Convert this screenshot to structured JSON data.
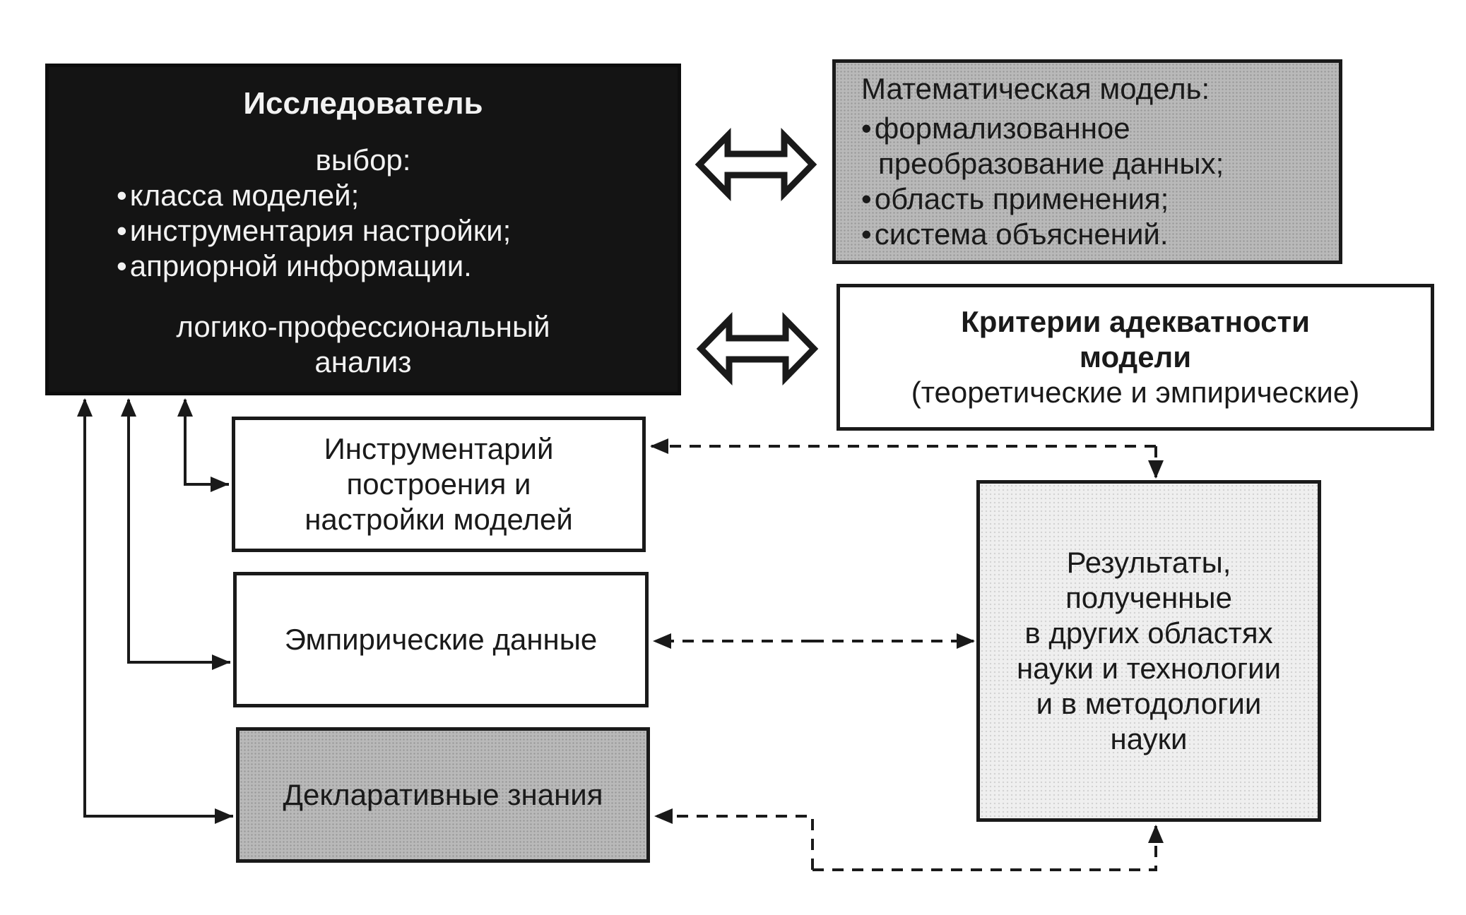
{
  "researcher": {
    "title": "Исследователь",
    "choice_label": "выбор:",
    "choices": [
      "класса моделей;",
      "инструментария настройки;",
      "априорной информации."
    ],
    "analysis_line1": "логико-профессиональный",
    "analysis_line2": "анализ"
  },
  "math_model": {
    "title": "Математическая модель:",
    "item1_line1": "формализованное",
    "item1_line2": "преобразование данных;",
    "item2": "область применения;",
    "item3": "система объяснений."
  },
  "criteria": {
    "line1": "Критерии адекватности",
    "line2": "модели",
    "line3": "(теоретические и эмпирические)"
  },
  "tools": {
    "line1": "Инструментарий",
    "line2": "построения и",
    "line3": "настройки моделей"
  },
  "empirical": {
    "label": "Эмпирические данные"
  },
  "declarative": {
    "label": "Декларативные знания"
  },
  "results": {
    "line1": "Результаты,",
    "line2": "полученные",
    "line3": "в других областях",
    "line4": "науки и технологии",
    "line5": "и в методологии",
    "line6": "науки"
  },
  "colors": {
    "dark_box": "#141414",
    "gray_box": "#b9b9b9",
    "light_box": "#efefef",
    "line": "#1a1a1a"
  }
}
